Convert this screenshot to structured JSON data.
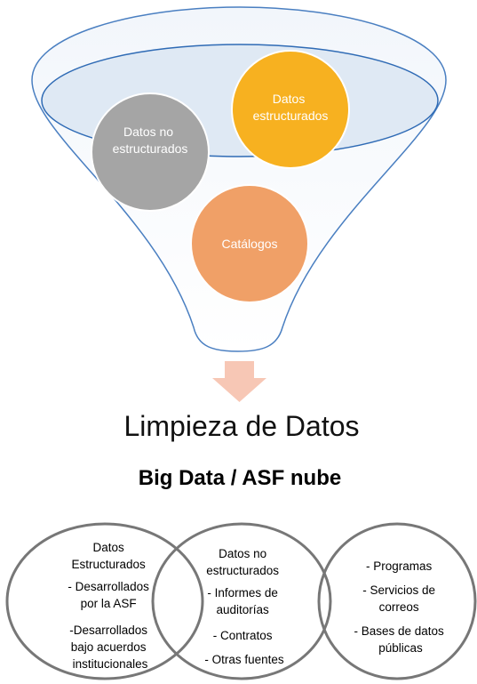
{
  "colors": {
    "funnel_fill": "#dfe9f4",
    "funnel_stroke": "#4a7fc1",
    "gray_circle": "#a5a5a5",
    "yellow_circle": "#f7b120",
    "orange_circle": "#f0a067",
    "arrow": "#f7c7b5",
    "venn_stroke": "#777777"
  },
  "funnel": {
    "circles": {
      "gray": {
        "lines": [
          "Datos no",
          "estructurados"
        ]
      },
      "yellow": {
        "lines": [
          "Datos",
          "estructurados"
        ]
      },
      "orange": {
        "lines": [
          "Catálogos"
        ]
      }
    }
  },
  "titles": {
    "main": "Limpieza de Datos",
    "sub": "Big Data / ASF nube"
  },
  "venn": {
    "left": {
      "lines": [
        "Datos",
        "Estructurados",
        "- Desarrollados",
        "por la ASF",
        "-Desarrollados",
        "bajo acuerdos",
        "institucionales"
      ]
    },
    "middle": {
      "lines": [
        "Datos no",
        "estructurados",
        "- Informes de",
        "auditorías",
        "- Contratos",
        "- Otras fuentes"
      ]
    },
    "right": {
      "lines": [
        "- Programas",
        "- Servicios de",
        "correos",
        "- Bases de datos",
        "públicas"
      ]
    }
  }
}
